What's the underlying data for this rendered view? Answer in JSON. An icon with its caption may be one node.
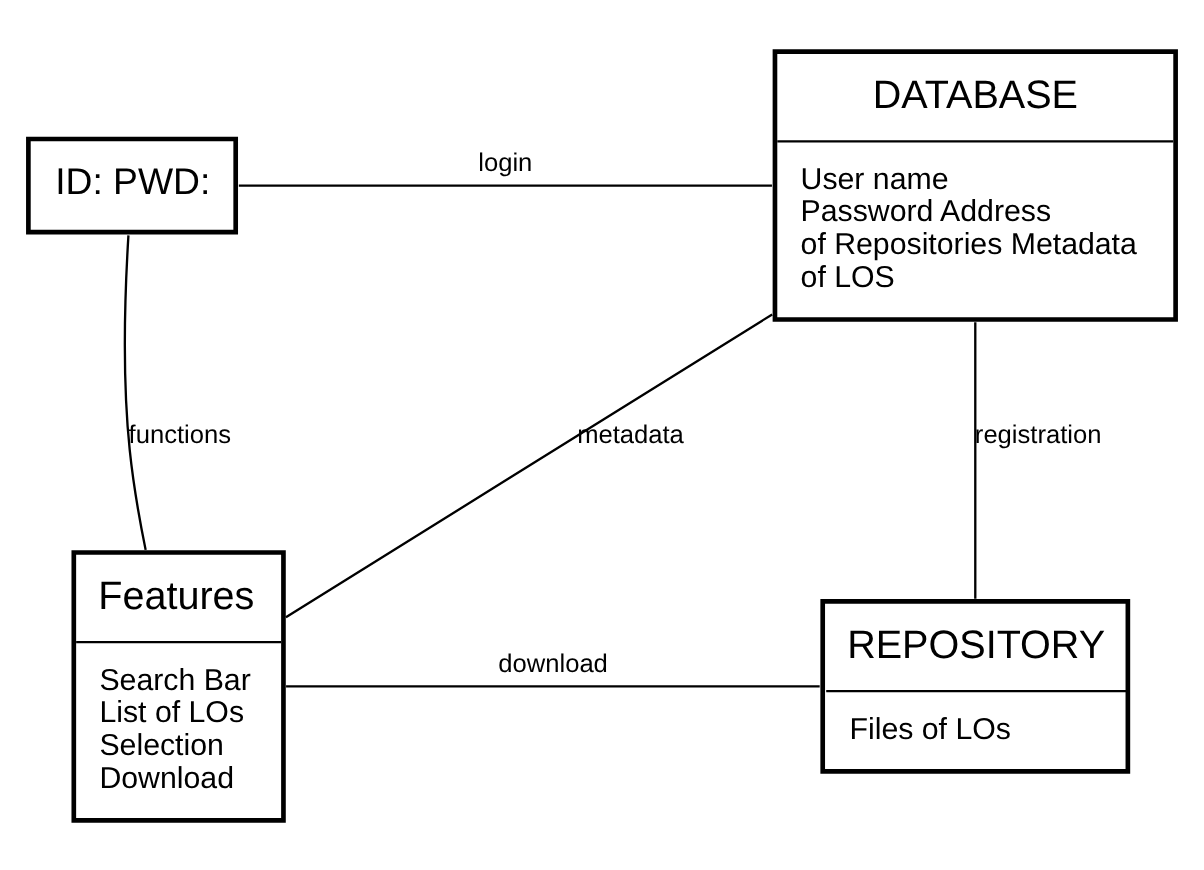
{
  "diagram": {
    "nodes": [
      {
        "text": [
          "ID: PWD:"
        ]
      },
      {
        "text": [
          "DATABASE",
          "User name Password Address of Repositories Metadata of LOS"
        ]
      },
      {
        "text": [
          "Features",
          "Search Bar List of LOs Selection Download"
        ]
      },
      {
        "text": [
          "REPOSITORY",
          "Files of LOs"
        ]
      }
    ],
    "edges": [
      {
        "from": 0,
        "to": 1,
        "arrow": "none",
        "label": "login"
      },
      {
        "from": 0,
        "to": 2,
        "arrow": "none",
        "label": "functions"
      },
      {
        "from": 1,
        "to": 2,
        "arrow": "none",
        "label": "metadata"
      },
      {
        "from": 1,
        "to": 3,
        "arrow": "none",
        "label": "registration"
      },
      {
        "from": 2,
        "to": 3,
        "arrow": "none",
        "label": "download"
      }
    ]
  }
}
